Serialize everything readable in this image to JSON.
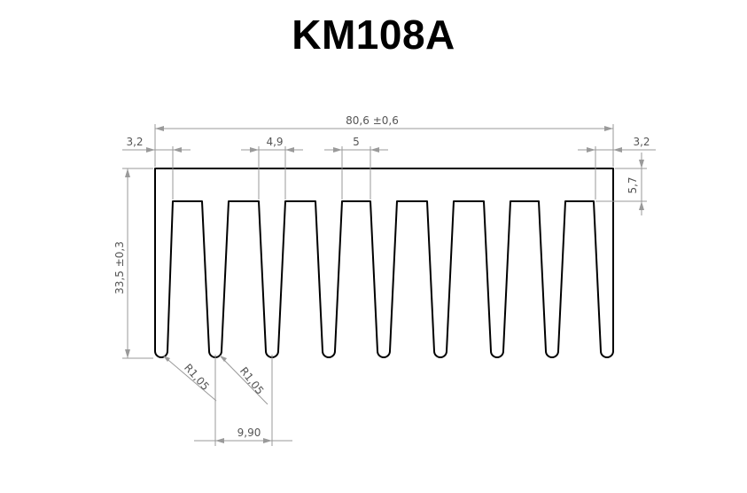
{
  "title": "KM108A",
  "dimensions": {
    "overall_width": "80,6 ±0,6",
    "left_wall": "3,2",
    "right_wall": "3,2",
    "fin_gap": "4,9",
    "fin_top": "5",
    "base_thickness": "5,7",
    "overall_height": "33,5 ±0,3",
    "radius_left": "R1,05",
    "radius_right": "R1,05",
    "fin_pitch": "9,90"
  },
  "colors": {
    "profile": "#000000",
    "dimension": "#9a9a9a",
    "dimension_text": "#555555"
  }
}
